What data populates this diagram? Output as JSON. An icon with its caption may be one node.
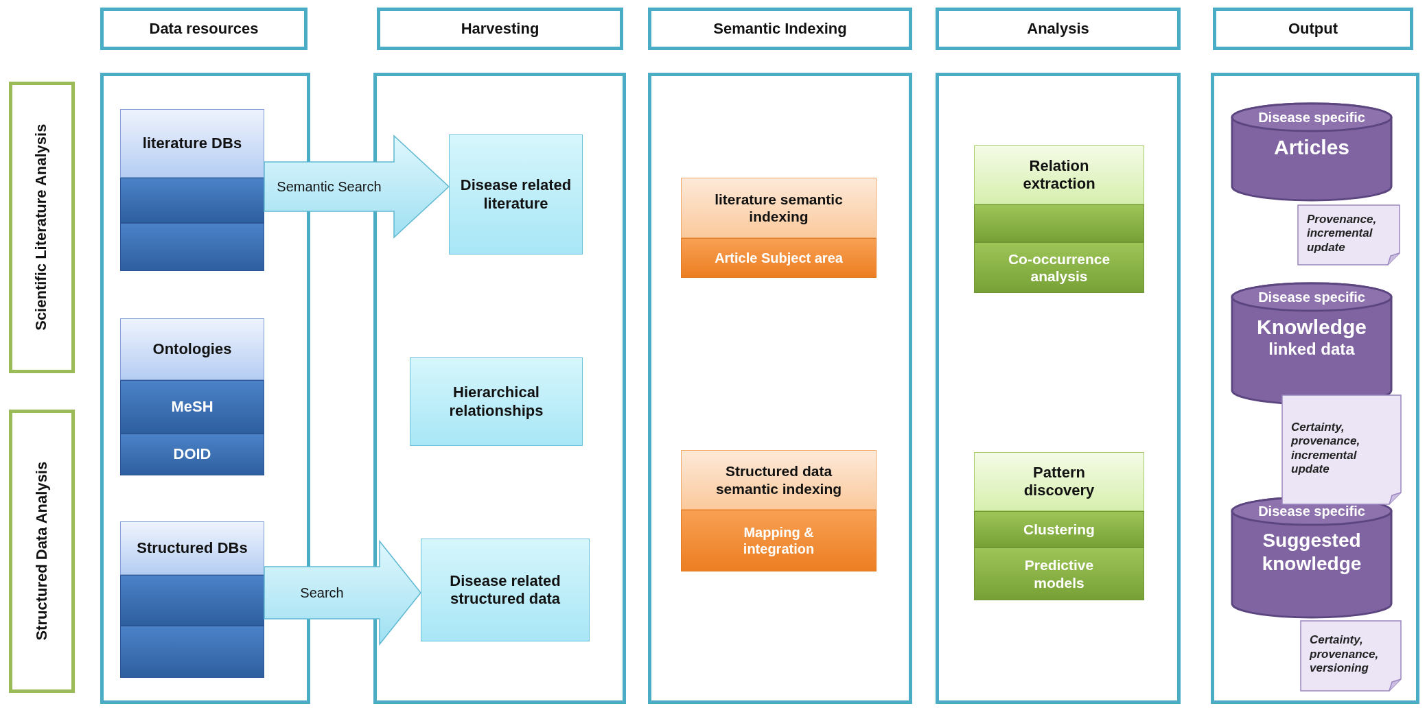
{
  "diagram": {
    "nodes": [
      {
        "text": [
          "Data resources"
        ]
      },
      {
        "text": [
          "Harvesting"
        ]
      },
      {
        "text": [
          "Semantic Indexing"
        ]
      },
      {
        "text": [
          "Analysis"
        ]
      },
      {
        "text": [
          "Output"
        ]
      },
      {
        "text": [
          "Scientific Literature Analysis"
        ]
      },
      {
        "text": [
          "Structured Data Analysis"
        ]
      },
      {
        "text": [
          "literature DBs"
        ]
      },
      {
        "text": [],
        "shape": "box"
      },
      {
        "text": [],
        "shape": "box"
      },
      {
        "text": [
          "Disease related literature"
        ]
      },
      {
        "text": [
          "literature semantic indexing"
        ]
      },
      {
        "text": [
          "Article Subject area"
        ]
      },
      {
        "text": [
          "Relation extraction"
        ]
      },
      {
        "text": [],
        "shape": "box"
      },
      {
        "text": [
          "Co-occurrence analysis"
        ]
      },
      {
        "text": [
          "Disease specific",
          "Articles"
        ]
      },
      {
        "text": [
          "Provenance, incremental update"
        ]
      },
      {
        "text": [
          "Ontologies"
        ]
      },
      {
        "text": [
          "MeSH"
        ]
      },
      {
        "text": [
          "DOID"
        ]
      },
      {
        "text": [
          "Hierarchical relationships"
        ]
      },
      {
        "text": [
          "Disease specific",
          "Knowledge",
          "linked data"
        ]
      },
      {
        "text": [
          "Certainty, provenance, incremental update"
        ]
      },
      {
        "text": [
          "Structured DBs"
        ]
      },
      {
        "text": [],
        "shape": "box"
      },
      {
        "text": [],
        "shape": "box"
      },
      {
        "text": [
          "Disease related structured data"
        ]
      },
      {
        "text": [
          "Structured data semantic indexing"
        ]
      },
      {
        "text": [
          "Mapping & integration"
        ]
      },
      {
        "text": [
          "Pattern discovery"
        ]
      },
      {
        "text": [
          "Clustering"
        ]
      },
      {
        "text": [
          "Predictive models"
        ]
      },
      {
        "text": [
          "Disease specific",
          "Suggested knowledge"
        ]
      },
      {
        "text": [
          "Certainty, provenance, versioning"
        ]
      }
    ],
    "edges": [
      {
        "from": 7,
        "to": 10,
        "arrow": "to",
        "label": "Semantic Search"
      },
      {
        "from": 24,
        "to": 27,
        "arrow": "to",
        "label": "Search"
      }
    ]
  }
}
